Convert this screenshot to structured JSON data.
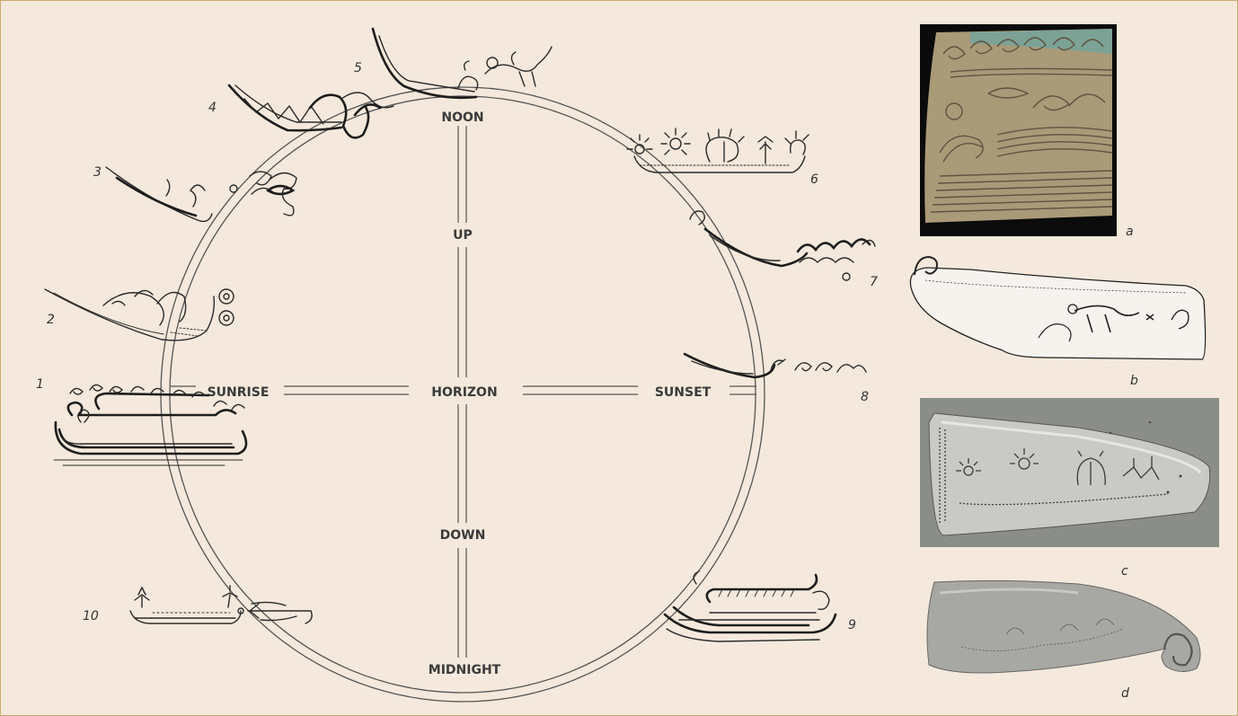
{
  "labels": {
    "noon": "NOON",
    "up": "UP",
    "horizon": "HORIZON",
    "sunrise": "SUNRISE",
    "sunset": "SUNSET",
    "down": "DOWN",
    "midnight": "MIDNIGHT"
  },
  "numbers": [
    "1",
    "2",
    "3",
    "4",
    "5",
    "6",
    "7",
    "8",
    "9",
    "10"
  ],
  "letters": [
    "a",
    "b",
    "c",
    "d"
  ],
  "colors": {
    "background": "#f4e9dc",
    "border": "#c9a96e",
    "ink": "#2a2a2a"
  }
}
